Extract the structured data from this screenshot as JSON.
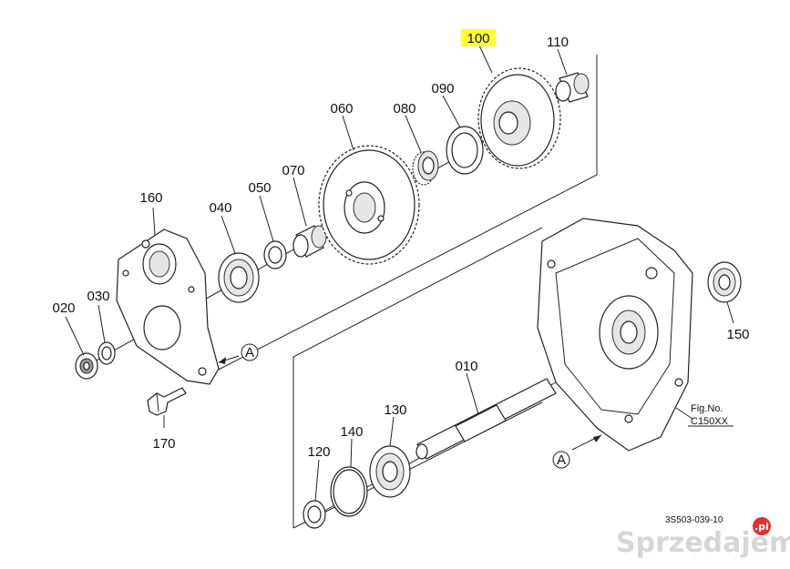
{
  "labels": {
    "p010": "010",
    "p020": "020",
    "p030": "030",
    "p040": "040",
    "p050": "050",
    "p060": "060",
    "p070": "070",
    "p080": "080",
    "p090": "090",
    "p100": "100",
    "p110": "110",
    "p120": "120",
    "p130": "130",
    "p140": "140",
    "p150": "150",
    "p160": "160",
    "p170": "170"
  },
  "ref_marker": "A",
  "fig_no_label": "Fig.No.",
  "fig_no_value": "C150XX",
  "drawing_code": "3S503-039-10",
  "watermark": {
    "text": "Sprzedajemy",
    "badge": ".pl"
  },
  "highlight_color": "#ffff33",
  "highlighted_part": "100"
}
